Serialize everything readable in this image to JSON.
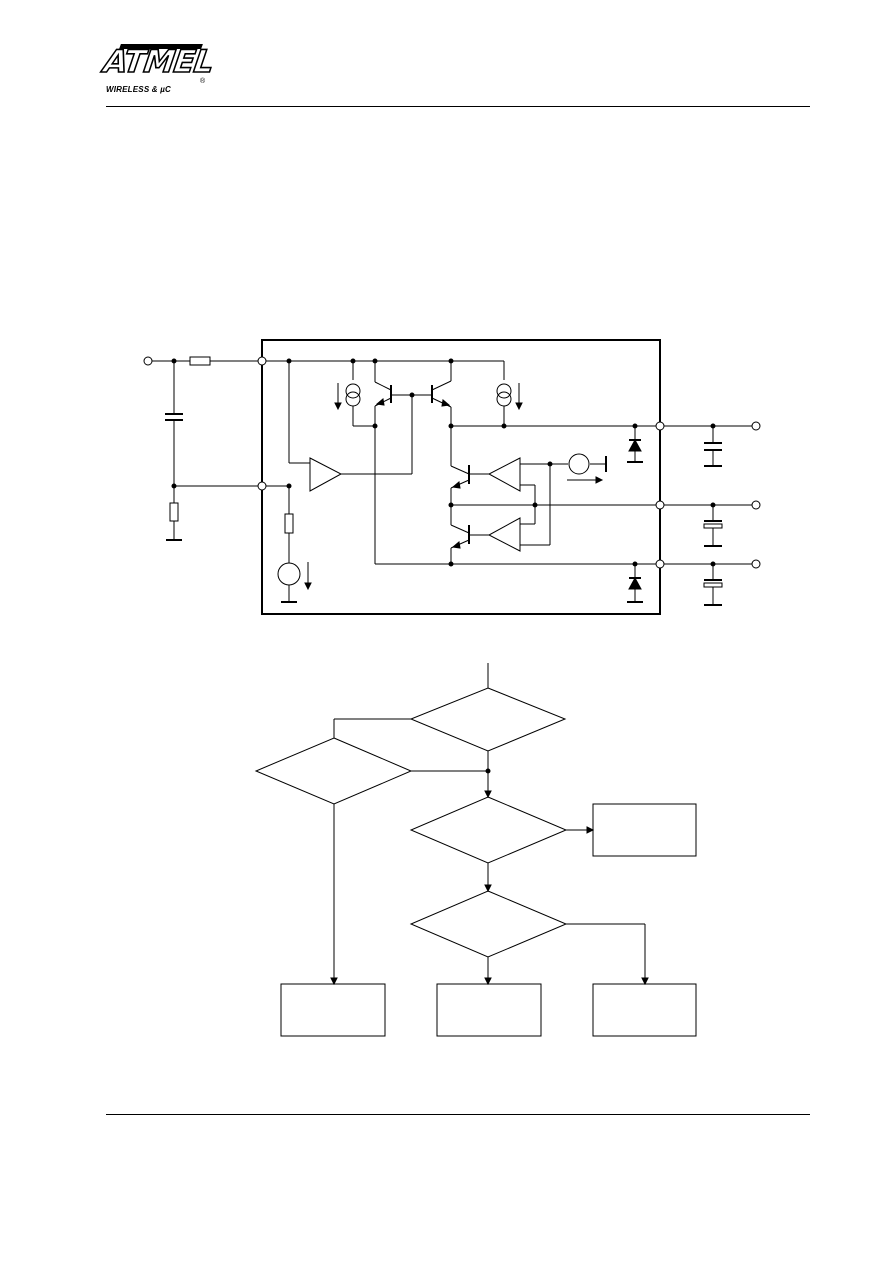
{
  "header": {
    "logo_text": "ATMEL",
    "logo_tagline": "WIRELESS & µC",
    "logo_registered": "®"
  },
  "figures": {
    "circuit": {
      "name": "block-circuit-diagram"
    },
    "flowchart": {
      "name": "decision-flowchart"
    }
  },
  "colors": {
    "ink": "#000000",
    "paper": "#ffffff"
  }
}
